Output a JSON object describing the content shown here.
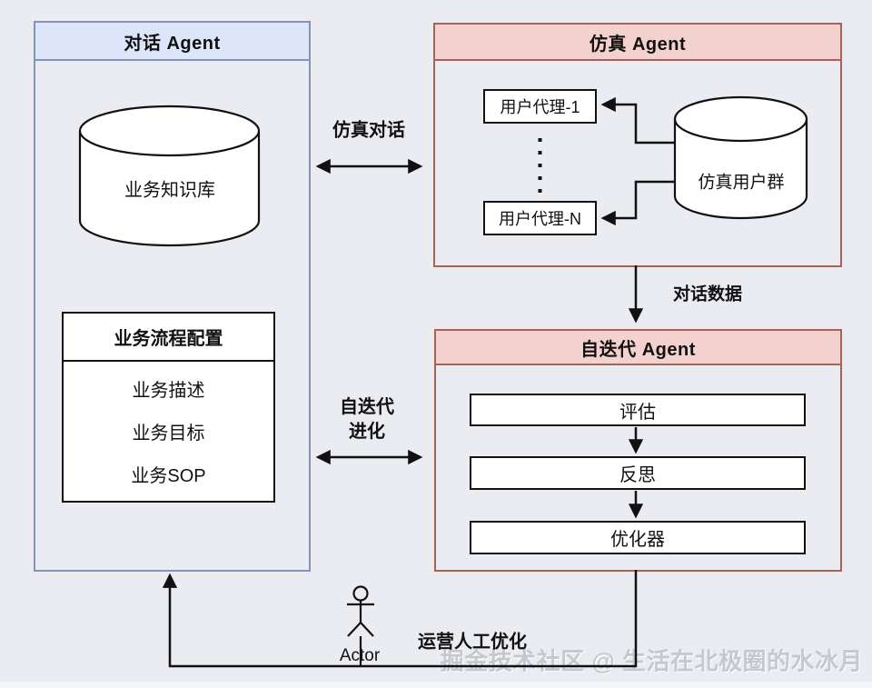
{
  "dialogue_agent": {
    "title": "对话 Agent",
    "knowledge_base": "业务知识库",
    "process_config": {
      "title": "业务流程配置",
      "items": [
        "业务描述",
        "业务目标",
        "业务SOP"
      ]
    }
  },
  "simulation_agent": {
    "title": "仿真 Agent",
    "user_proxy_1": "用户代理-1",
    "user_proxy_n": "用户代理-N",
    "user_pool": "仿真用户群"
  },
  "iteration_agent": {
    "title": "自迭代 Agent",
    "steps": [
      "评估",
      "反思",
      "优化器"
    ]
  },
  "edges": {
    "simulated_dialogue": "仿真对话",
    "dialogue_data": "对话数据",
    "self_iteration_line1": "自迭代",
    "self_iteration_line2": "进化",
    "manual_optimization": "运营人工优化",
    "actor": "Actor"
  },
  "watermark": "掘金技术社区 @ 生活在北极圈的水冰月",
  "colors": {
    "background": "#ebecf1",
    "dialogue_header_bg": "#dce6f8",
    "dialogue_border": "#8295b8",
    "sim_header_bg": "#f2d1ce",
    "sim_border": "#a8625a",
    "line": "#111111"
  }
}
